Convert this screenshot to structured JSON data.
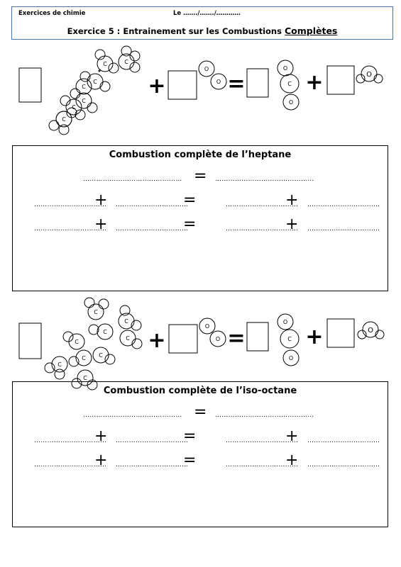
{
  "header": {
    "left": "Exercices de chimie",
    "date": "Le ……./……./…………",
    "title_prefix": "Exercice 5 : Entrainement sur les Combustions ",
    "title_emph": "Complètes"
  },
  "atoms": {
    "carbon": "C",
    "oxygen": "O"
  },
  "operators": {
    "plus": "+",
    "equals": "="
  },
  "blanks": {
    "long": "………………………………………",
    "short": "……………………………",
    "short2": "……………………………"
  },
  "sections": [
    {
      "title": "Combustion complète de l’heptane"
    },
    {
      "title": "Combustion complète de l’iso-octane"
    }
  ]
}
